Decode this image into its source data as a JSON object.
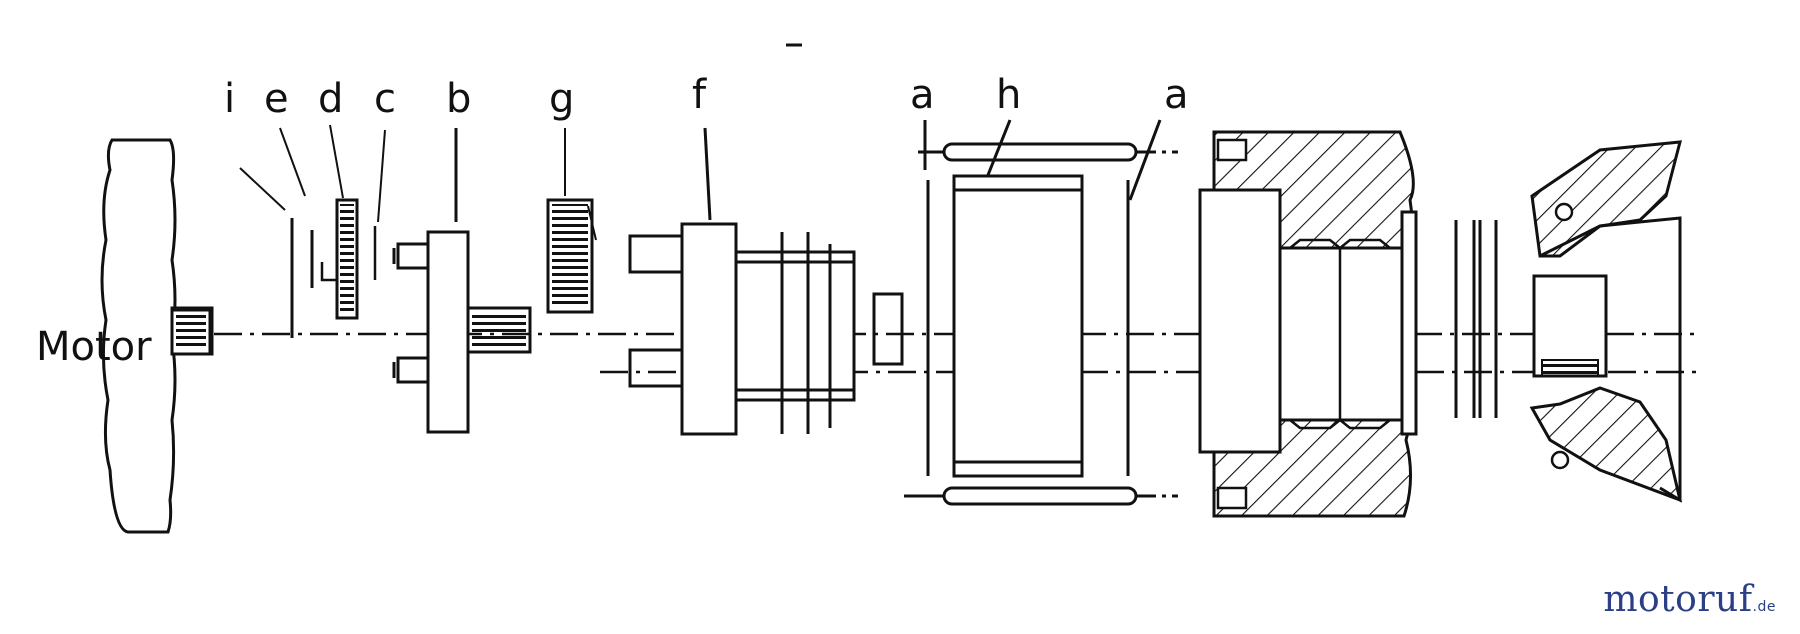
{
  "diagram": {
    "labels": {
      "motor": "Motor",
      "i": "i",
      "e": "e",
      "d": "d",
      "c": "c",
      "b": "b",
      "g": "g",
      "f": "f",
      "a_left": "a",
      "h": "h",
      "a_right": "a"
    }
  },
  "watermark": {
    "name": "motoruf",
    "suffix": ".de"
  }
}
